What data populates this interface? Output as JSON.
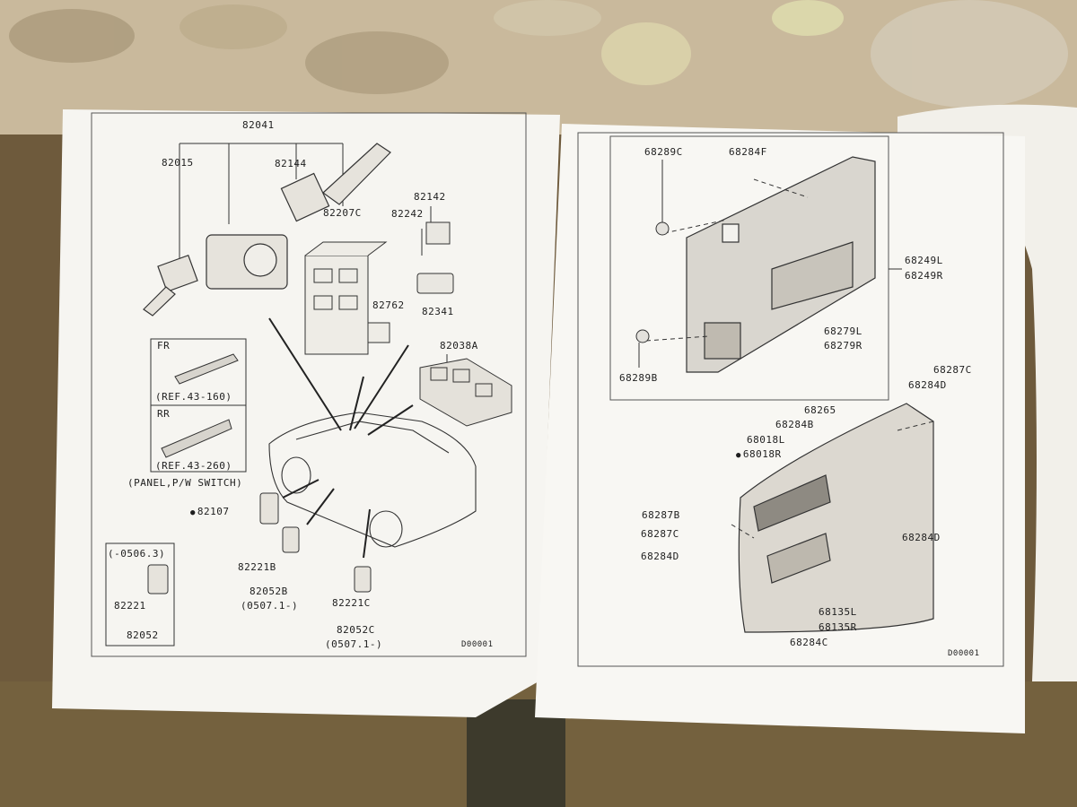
{
  "left_sheet": {
    "labels": {
      "l82041": "82041",
      "l82015": "82015",
      "l82144": "82144",
      "l82142": "82142",
      "l82207c": "82207C",
      "l82242": "82242",
      "l82762": "82762",
      "l82341": "82341",
      "l82038a": "82038A",
      "fr": "FR",
      "ref43_160": "(REF.43-160)",
      "rr": "RR",
      "ref43_260": "(REF.43-260)",
      "panel_pw_switch": "(PANEL,P/W SWITCH)",
      "l82107": "82107",
      "l82221b": "82221B",
      "l82052b": "82052B",
      "range_0507_1_b": "(0507.1-)",
      "range_0506_3": "(-0506.3)",
      "l82221": "82221",
      "l82052": "82052",
      "l82221c": "82221C",
      "l82052c": "82052C",
      "range_0507_1_c": "(0507.1-)",
      "code": "D00001"
    }
  },
  "right_sheet": {
    "labels": {
      "l68289c": "68289C",
      "l68284f": "68284F",
      "l68249l": "68249L",
      "l68249r": "68249R",
      "l68279l": "68279L",
      "l68279r": "68279R",
      "l68289b": "68289B",
      "l68287c_top": "68287C",
      "l68284d_top": "68284D",
      "l68265": "68265",
      "l68284b": "68284B",
      "l68018l": "68018L",
      "l68018r": "68018R",
      "l68287b": "68287B",
      "l68287c": "68287C",
      "l68284d_left": "68284D",
      "l68284d_right": "68284D",
      "l68135l": "68135L",
      "l68135r": "68135R",
      "l68284c": "68284C",
      "code": "D00001"
    }
  }
}
